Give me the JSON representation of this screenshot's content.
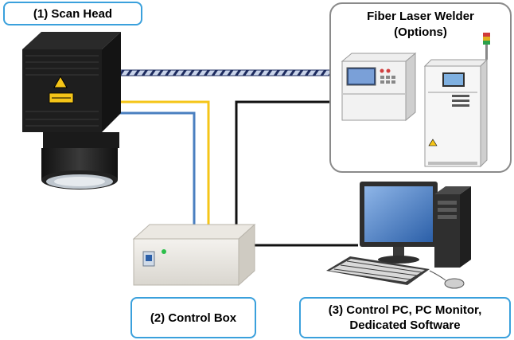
{
  "labels": {
    "scan_head": "(1) Scan Head",
    "control_box": "(2) Control Box",
    "control_pc_line1": "(3) Control PC, PC Monitor,",
    "control_pc_line2": "Dedicated Software",
    "welder_line1": "Fiber Laser Welder",
    "welder_line2": "(Options)"
  },
  "colors": {
    "label_border": "#3aa0dc",
    "panel_border": "#8a8a8a",
    "cable_yellow": "#f5c518",
    "cable_blue": "#4a7fc0",
    "cable_black": "#111111",
    "fiber_cable": "#1d2b5e"
  }
}
